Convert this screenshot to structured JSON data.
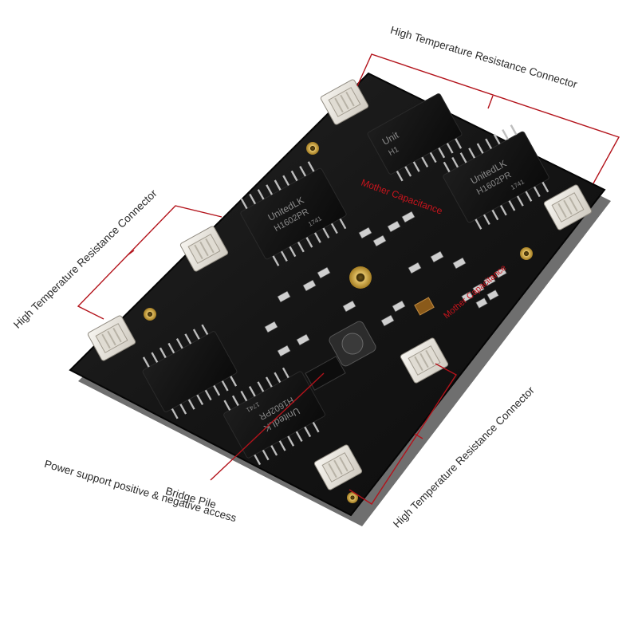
{
  "callouts": {
    "connector_top_right": "High Temperature Resistance Connector",
    "connector_left": "High Temperature Resistance Connector",
    "connector_bottom_right": "High Temperature Resistance Connector",
    "bridge_pile": "Bridge Pile",
    "power_support": "Power support positive & negative access"
  },
  "board_labels": {
    "mother_capacitance_top": "Mother Capacitance",
    "mother_capacitance_right": "Mother Capacitance"
  },
  "chips": [
    {
      "brand": "UnitedLK",
      "model": "H1602PR",
      "code": "1741"
    },
    {
      "brand": "UnitedLK",
      "model": "H1602PR",
      "code": "1741"
    },
    {
      "brand": "Unit",
      "model": "H1",
      "code": ""
    },
    {
      "brand": "UnitedLK",
      "model": "H1602PR",
      "code": "1741"
    },
    {
      "brand": "",
      "model": "",
      "code": ""
    }
  ],
  "colors": {
    "board": "#141414",
    "board_edge": "#0a0a0a",
    "connector": "#e9e6df",
    "pad_gold": "#c9a13a",
    "leader_line": "#b3131b",
    "annotation_red": "#c8141c",
    "callout_text": "#2b2b2b"
  }
}
